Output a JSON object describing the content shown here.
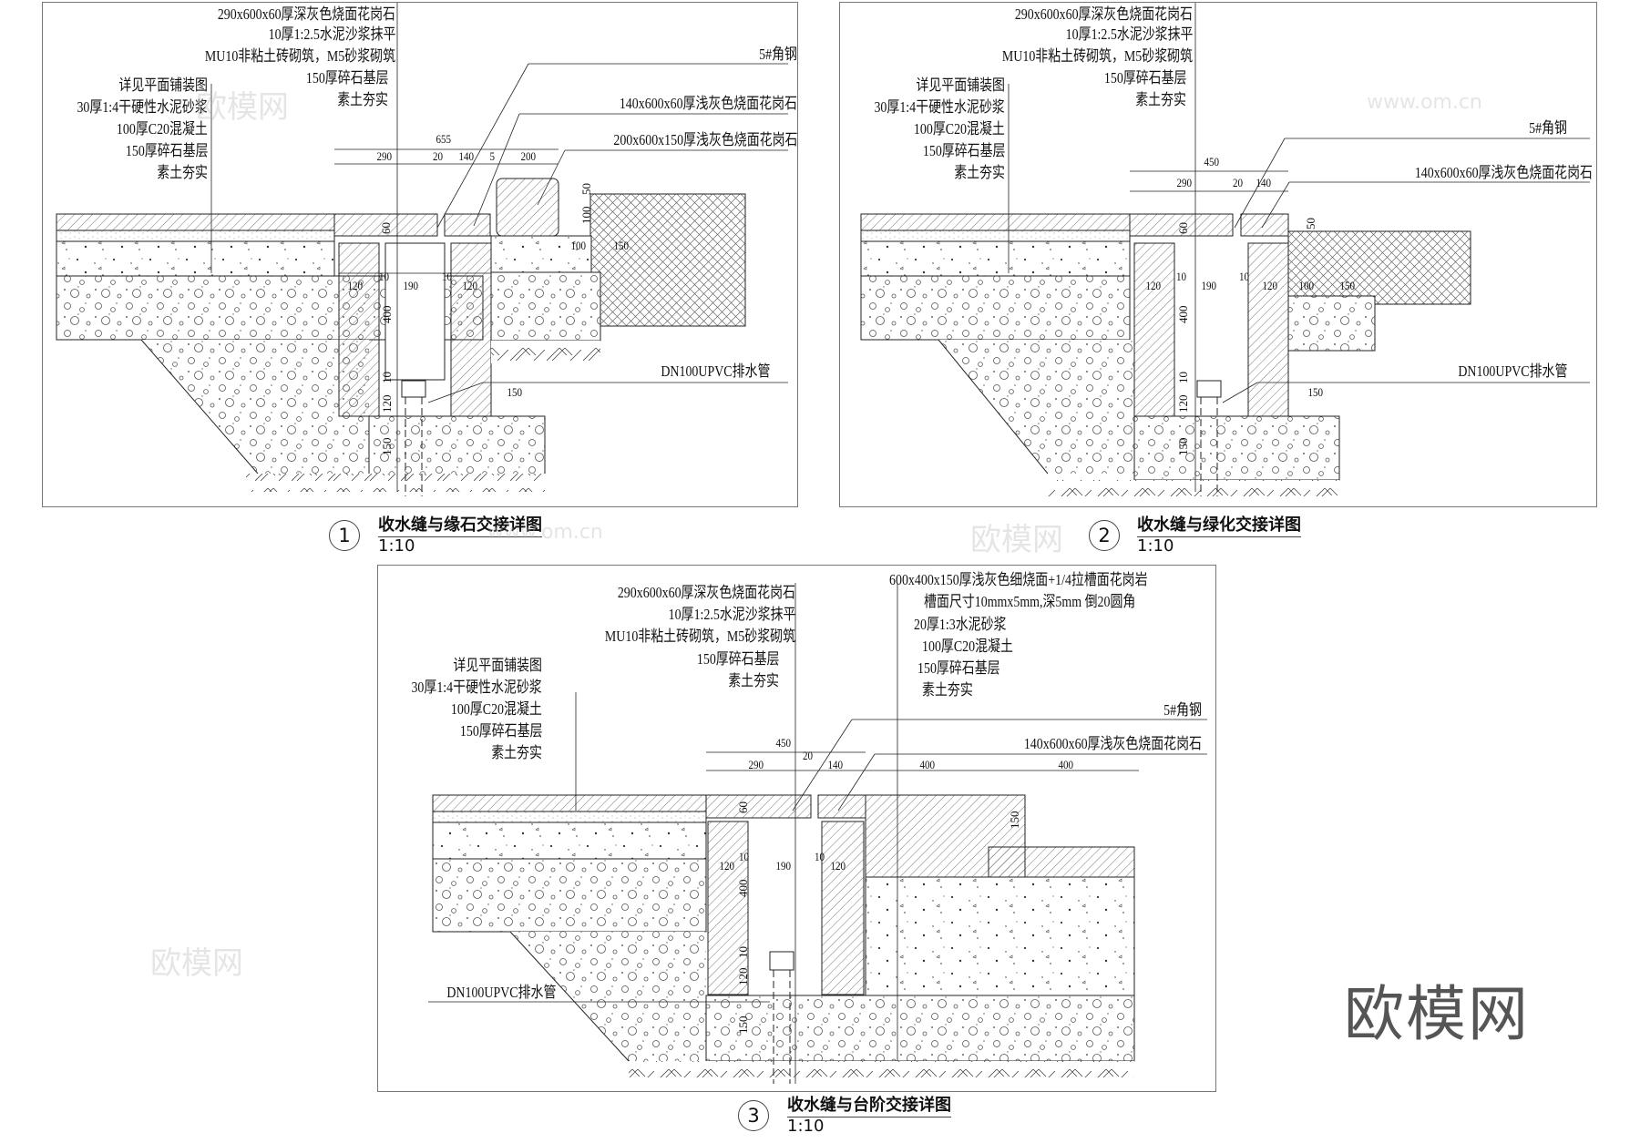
{
  "panels": [
    {
      "id": 1,
      "number": "1",
      "title": "收水缝与缘石交接详图",
      "scale": "1:10",
      "labels_top": [
        "290x600x60厚深灰色烧面花岗石",
        "10厚1:2.5水泥沙浆抹平",
        "MU10非粘土砖砌筑，M5砂浆砌筑",
        "150厚碎石基层",
        "素土夯实"
      ],
      "labels_left": [
        "详见平面铺装图",
        "30厚1:4干硬性水泥砂浆",
        "100厚C20混凝土",
        "150厚碎石基层",
        "素土夯实"
      ],
      "labels_right": [
        "5#角钢",
        "140x600x60厚浅灰色烧面花岗石",
        "200x600x150厚浅灰色烧面花岗石",
        "DN100UPVC排水管"
      ],
      "dims_h": [
        "655",
        "290",
        "20",
        "140",
        "5",
        "200",
        "100",
        "150",
        "120",
        "10",
        "190",
        "10",
        "120",
        "150"
      ],
      "dims_v": [
        "60",
        "50",
        "100",
        "400",
        "10",
        "120",
        "150"
      ]
    },
    {
      "id": 2,
      "number": "2",
      "title": "收水缝与绿化交接详图",
      "scale": "1:10",
      "labels_top": [
        "290x600x60厚深灰色烧面花岗石",
        "10厚1:2.5水泥沙浆抹平",
        "MU10非粘土砖砌筑，M5砂浆砌筑",
        "150厚碎石基层",
        "素土夯实"
      ],
      "labels_left": [
        "详见平面铺装图",
        "30厚1:4干硬性水泥砂浆",
        "100厚C20混凝土",
        "150厚碎石基层",
        "素土夯实"
      ],
      "labels_right": [
        "5#角钢",
        "140x600x60厚浅灰色烧面花岗石",
        "DN100UPVC排水管"
      ],
      "dims_h": [
        "450",
        "290",
        "20",
        "140",
        "120",
        "10",
        "190",
        "10",
        "120",
        "100",
        "150",
        "150"
      ],
      "dims_v": [
        "60",
        "50",
        "400",
        "10",
        "120",
        "150"
      ]
    },
    {
      "id": 3,
      "number": "3",
      "title": "收水缝与台阶交接详图",
      "scale": "1:10",
      "labels_top": [
        "290x600x60厚深灰色烧面花岗石",
        "10厚1:2.5水泥沙浆抹平",
        "MU10非粘土砖砌筑，M5砂浆砌筑",
        "150厚碎石基层",
        "素土夯实"
      ],
      "labels_left": [
        "详见平面铺装图",
        "30厚1:4干硬性水泥砂浆",
        "100厚C20混凝土",
        "150厚碎石基层",
        "素土夯实"
      ],
      "labels_step": [
        "600x400x150厚浅灰色细烧面+1/4拉槽面花岗岩",
        "槽面尺寸10mmx5mm,深5mm 倒20圆角",
        "20厚1:3水泥砂浆",
        "100厚C20混凝土",
        "150厚碎石基层",
        "素土夯实"
      ],
      "labels_right": [
        "5#角钢",
        "140x600x60厚浅灰色烧面花岗石"
      ],
      "label_pipe": "DN100UPVC排水管",
      "dims_h": [
        "450",
        "290",
        "20",
        "140",
        "400",
        "400",
        "120",
        "10",
        "190",
        "10",
        "120"
      ],
      "dims_v": [
        "60",
        "150",
        "400",
        "10",
        "120",
        "150"
      ]
    }
  ],
  "watermark": {
    "brand": "欧模网",
    "url": "www.om.cn"
  },
  "colors": {
    "line": "#222222",
    "frame": "#777777",
    "hatch": "#555555",
    "watermark_light": "#d8d8d8",
    "watermark_dark": "#555555"
  }
}
